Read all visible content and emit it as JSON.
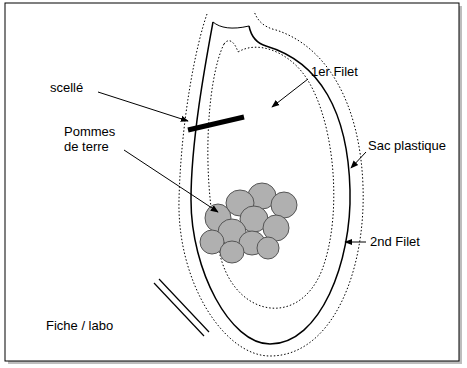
{
  "diagram": {
    "labels": [
      "scellé",
      "1er Filet",
      "Pommes de terre",
      "Sac plastique",
      "2nd Filet",
      "Fiche / labo"
    ]
  }
}
